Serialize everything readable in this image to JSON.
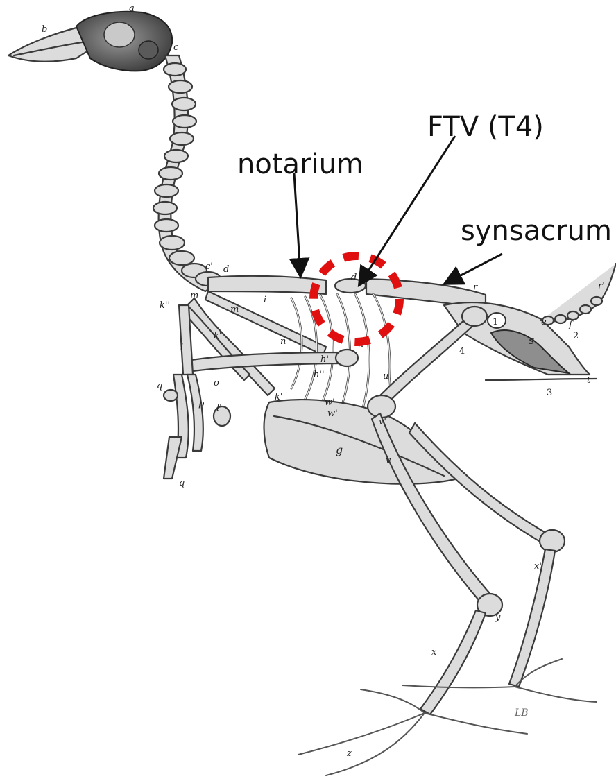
{
  "callouts": {
    "notarium": "notarium",
    "ftv": "FTV (T4)",
    "synsacrum": "synsacrum"
  },
  "bone_letters": {
    "a": "a",
    "b": "b",
    "c": "c",
    "c2": "c'",
    "d": "d",
    "d2": "d",
    "m1": "m",
    "m2": "m",
    "k1": "k''",
    "k2": "k'",
    "k3": "k'",
    "l": "l",
    "l2": "l'",
    "n": "n",
    "n2": "n''",
    "h1": "h'",
    "h2": "h''",
    "o": "o",
    "p": "p",
    "q1": "q",
    "q2": "q",
    "w1": "w'",
    "w2": "w'",
    "g": "g",
    "v1": "v'",
    "v2": "v",
    "u": "u",
    "x1": "x'",
    "x2": "x",
    "y": "y",
    "z": "z",
    "r1": "r",
    "r2": "r'",
    "e": "e",
    "f": "f",
    "s": "s",
    "t": "t",
    "one": "1",
    "two": "2",
    "three": "3",
    "four": "4",
    "i": "i",
    "signature": "LB"
  },
  "colors": {
    "highlight_circle": "#e01010",
    "arrow": "#111111",
    "bone_fill": "#dcdcdc",
    "bone_outline": "#3a3a3a"
  }
}
